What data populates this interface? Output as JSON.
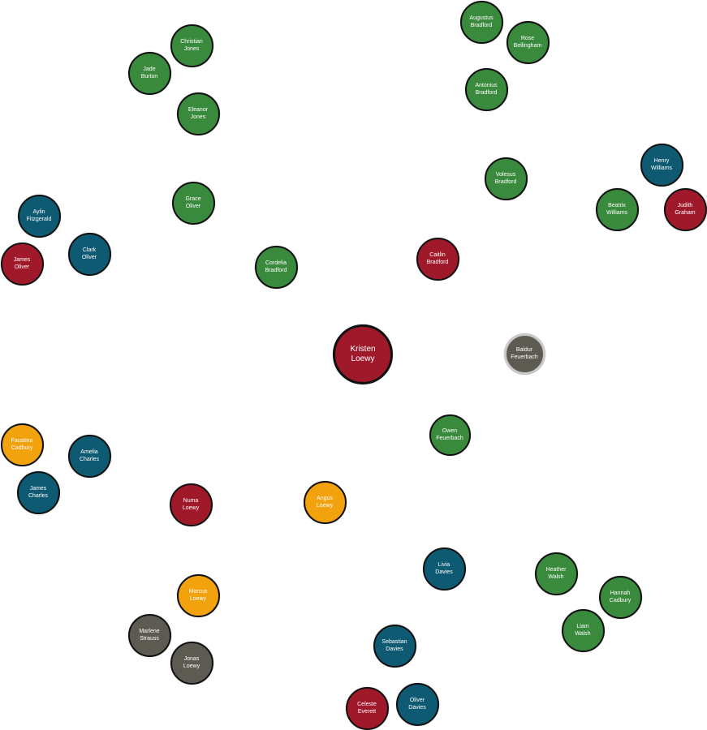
{
  "colors": {
    "green": "#3a8a3e",
    "blue": "#0e5a72",
    "red": "#a0192b",
    "orange": "#f2a20c",
    "gray": "#5d5a52"
  },
  "nodes": [
    {
      "id": "kristen-loewy",
      "first": "Kristen",
      "last": "Loewy",
      "color": "red",
      "center": true
    },
    {
      "id": "baldur-feuerbach",
      "first": "Baldur",
      "last": "Feuerbach",
      "color": "gray",
      "outlined": true
    },
    {
      "id": "christian-jones",
      "first": "Christian",
      "last": "Jones",
      "color": "green"
    },
    {
      "id": "jade-burton",
      "first": "Jade",
      "last": "Burton",
      "color": "green"
    },
    {
      "id": "eleanor-jones",
      "first": "Eleanor",
      "last": "Jones",
      "color": "green"
    },
    {
      "id": "augustus-bradford",
      "first": "Augustus",
      "last": "Bradford",
      "color": "green"
    },
    {
      "id": "rose-bellingham",
      "first": "Rose",
      "last": "Bellingham",
      "color": "green"
    },
    {
      "id": "antonius-bradford",
      "first": "Antonius",
      "last": "Bradford",
      "color": "green"
    },
    {
      "id": "volesus-bradford",
      "first": "Volesus",
      "last": "Bradford",
      "color": "green"
    },
    {
      "id": "henry-williams",
      "first": "Henry",
      "last": "Williams",
      "color": "blue"
    },
    {
      "id": "beatrix-williams",
      "first": "Beatrix",
      "last": "Williams",
      "color": "green"
    },
    {
      "id": "judith-graham",
      "first": "Judith",
      "last": "Graham",
      "color": "red"
    },
    {
      "id": "grace-oliver",
      "first": "Grace",
      "last": "Oliver",
      "color": "green"
    },
    {
      "id": "aylin-fitzgerald",
      "first": "Aylin",
      "last": "Fitzgerald",
      "color": "blue"
    },
    {
      "id": "clark-oliver",
      "first": "Clark",
      "last": "Oliver",
      "color": "blue"
    },
    {
      "id": "james-oliver",
      "first": "James",
      "last": "Oliver",
      "color": "red"
    },
    {
      "id": "cordelia-bradford",
      "first": "Cordelia",
      "last": "Bradford",
      "color": "green"
    },
    {
      "id": "caitlin-bradford",
      "first": "Caitlin",
      "last": "Bradford",
      "color": "red"
    },
    {
      "id": "owen-feuerbach",
      "first": "Owen",
      "last": "Feuerbach",
      "color": "green"
    },
    {
      "id": "faustina-cadbury",
      "first": "Faustina",
      "last": "Cadbury",
      "color": "orange"
    },
    {
      "id": "amelia-charles",
      "first": "Amelia",
      "last": "Charles",
      "color": "blue"
    },
    {
      "id": "james-charles",
      "first": "James",
      "last": "Charles",
      "color": "blue"
    },
    {
      "id": "numa-loewy",
      "first": "Numa",
      "last": "Loewy",
      "color": "red"
    },
    {
      "id": "angus-loewy",
      "first": "Angus",
      "last": "Loewy",
      "color": "orange"
    },
    {
      "id": "livia-davies",
      "first": "Livia",
      "last": "Davies",
      "color": "blue"
    },
    {
      "id": "heather-walsh",
      "first": "Heather",
      "last": "Walsh",
      "color": "green"
    },
    {
      "id": "hannah-cadbury",
      "first": "Hannah",
      "last": "Cadbury",
      "color": "green"
    },
    {
      "id": "liam-walsh",
      "first": "Liam",
      "last": "Walsh",
      "color": "green"
    },
    {
      "id": "marcus-loewy",
      "first": "Marcus",
      "last": "Loewy",
      "color": "orange"
    },
    {
      "id": "marlene-strauss",
      "first": "Marlene",
      "last": "Strauss",
      "color": "gray"
    },
    {
      "id": "jonas-loewy",
      "first": "Jonas",
      "last": "Loewy",
      "color": "gray"
    },
    {
      "id": "sebastian-davies",
      "first": "Sebastian",
      "last": "Davies",
      "color": "blue"
    },
    {
      "id": "celeste-everett",
      "first": "Celeste",
      "last": "Everett",
      "color": "red"
    },
    {
      "id": "oliver-davies",
      "first": "Oliver",
      "last": "Davies",
      "color": "blue"
    }
  ]
}
